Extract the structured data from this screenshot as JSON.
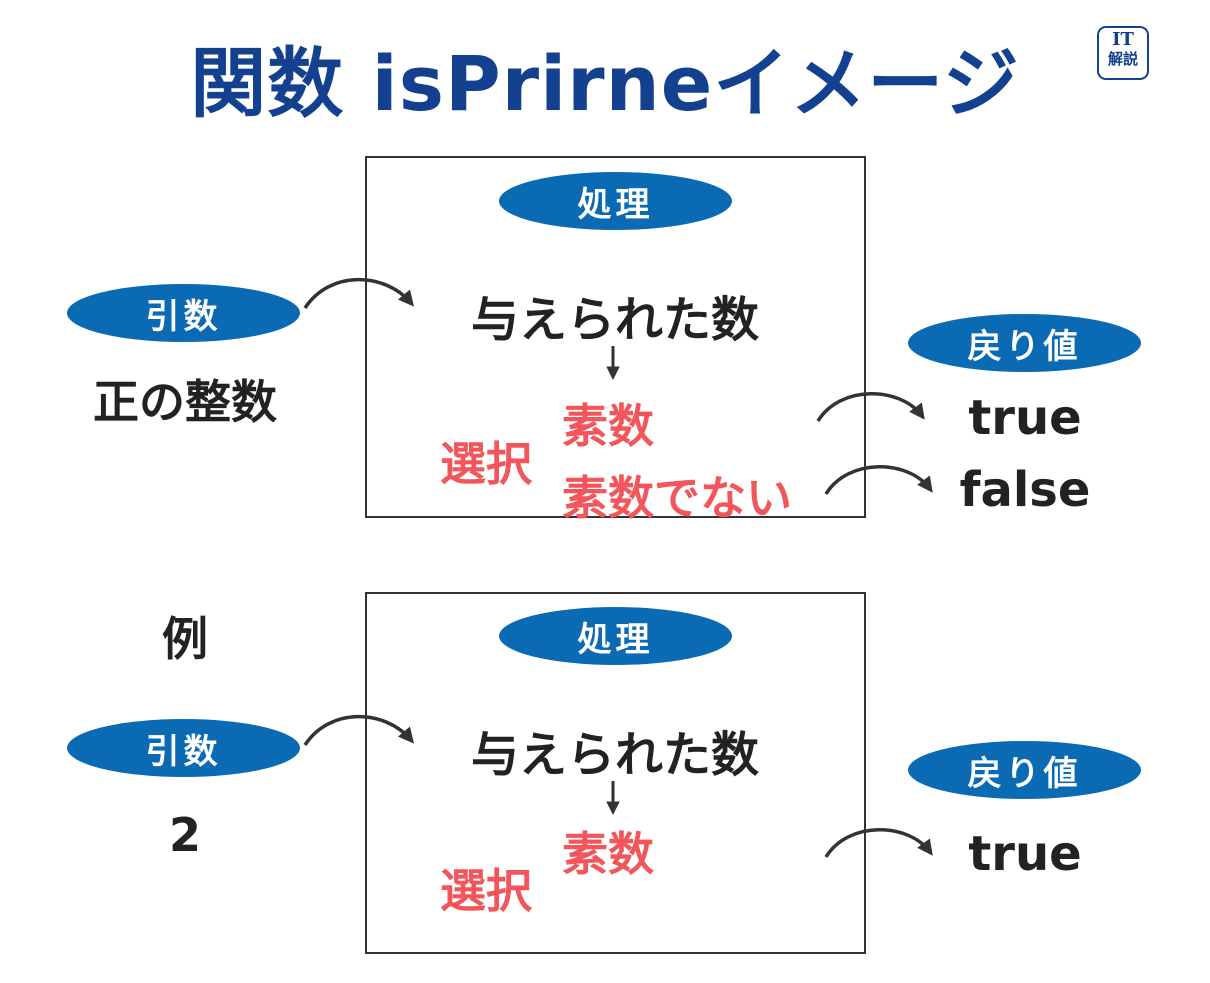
{
  "title": "関数 isPrirneイメージ",
  "logo": {
    "line1": "IT",
    "line2": "解説"
  },
  "diagram1": {
    "process_label": "処理",
    "argument_label": "引数",
    "argument_value": "正の整数",
    "given_number": "与えられた数",
    "select_label": "選択",
    "option_prime": "素数",
    "option_not_prime": "素数でない",
    "return_label": "戻り値",
    "return_true": "true",
    "return_false": "false"
  },
  "example_label": "例",
  "diagram2": {
    "process_label": "処理",
    "argument_label": "引数",
    "argument_value": "2",
    "given_number": "与えられた数",
    "select_label": "選択",
    "option_prime": "素数",
    "return_label": "戻り値",
    "return_true": "true"
  },
  "colors": {
    "title": "#13418f",
    "pill": "#0b6ab4",
    "text": "#222222",
    "highlight": "#f2555a"
  }
}
